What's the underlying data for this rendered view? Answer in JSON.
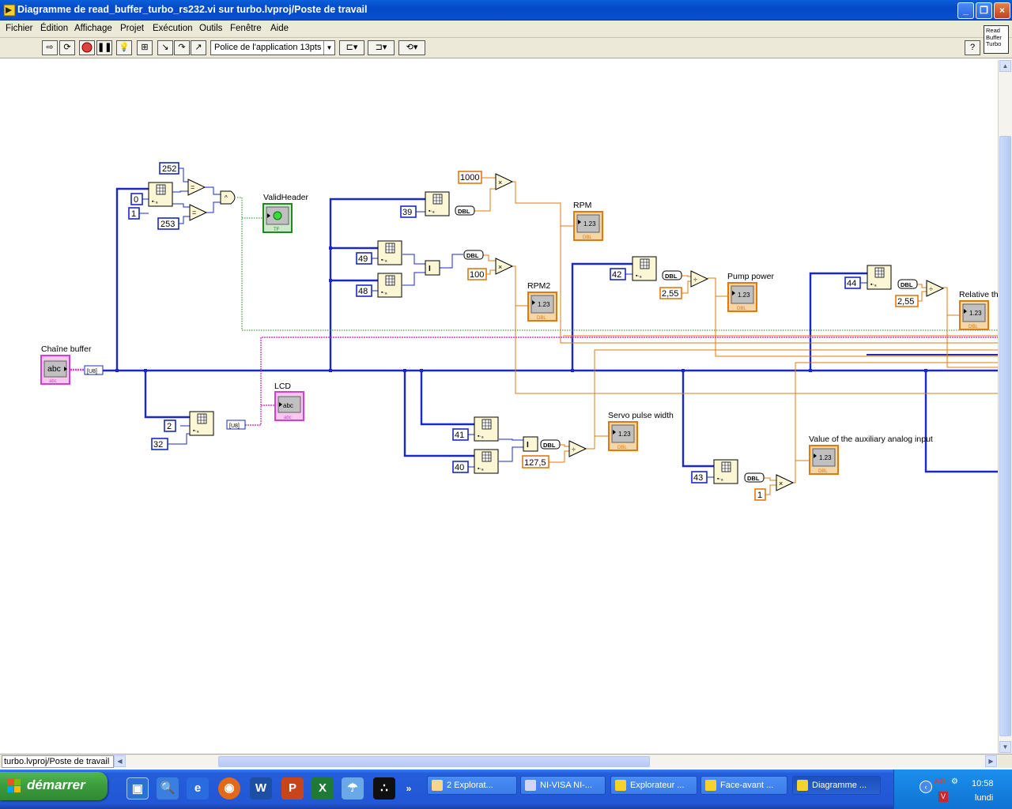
{
  "window": {
    "title": "Diagramme de read_buffer_turbo_rs232.vi sur turbo.lvproj/Poste de travail",
    "controls": [
      "_",
      "❐",
      "×"
    ]
  },
  "menu": [
    "Fichier",
    "Édition",
    "Affichage",
    "Projet",
    "Exécution",
    "Outils",
    "Fenêtre",
    "Aide"
  ],
  "toolbar": {
    "font": "Police de l'application 13pts",
    "vi_icon_text": [
      "Read",
      "Buffer",
      "Turbo"
    ],
    "help": "?"
  },
  "diagram": {
    "terminals": {
      "chaine_buffer": "Chaîne buffer",
      "valid_header": "ValidHeader",
      "lcd": "LCD",
      "rpm": "RPM",
      "rpm2": "RPM2",
      "pump_power": "Pump power",
      "relative": "Relative th",
      "servo": "Servo pulse width",
      "aux": "Value of the auxiliary analog input"
    },
    "type_labels": {
      "string": "abc",
      "numeric": "1.23",
      "boolean": "TF",
      "dbl": "DBL",
      "u8": "[U8]"
    },
    "constants": {
      "c252": "252",
      "c0": "0",
      "c1": "1",
      "c253": "253",
      "c2": "2",
      "c32": "32",
      "c1000": "1000",
      "c39": "39",
      "c49": "49",
      "c48": "48",
      "c100": "100",
      "c42": "42",
      "c255a": "2,55",
      "c44": "44",
      "c255b": "2,55",
      "c41": "41",
      "c40": "40",
      "c1275": "127,5",
      "c43": "43",
      "c1b": "1"
    }
  },
  "statusbar": {
    "path": "turbo.lvproj/Poste de travail"
  },
  "taskbar": {
    "start": "démarrer",
    "tasks": [
      "2 Explorat...",
      "NI-VISA NI-...",
      "Explorateur ...",
      "Face-avant ...",
      "Diagramme ..."
    ],
    "lang": "FR",
    "time": "10:58",
    "day": "lundi"
  }
}
